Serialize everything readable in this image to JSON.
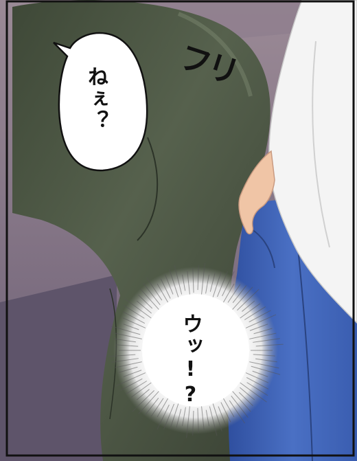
{
  "speech_bubble": {
    "text": "ねぇ？"
  },
  "sound_effect": {
    "text": "フリ"
  },
  "burst_bubble": {
    "text": "ウッ!?"
  },
  "colors": {
    "background": "#6f6378",
    "pants": "#4c5645",
    "shirt": "#f2f2f2",
    "jeans": "#3f62b7",
    "skin": "#f0c5a6",
    "border": "#111111"
  }
}
